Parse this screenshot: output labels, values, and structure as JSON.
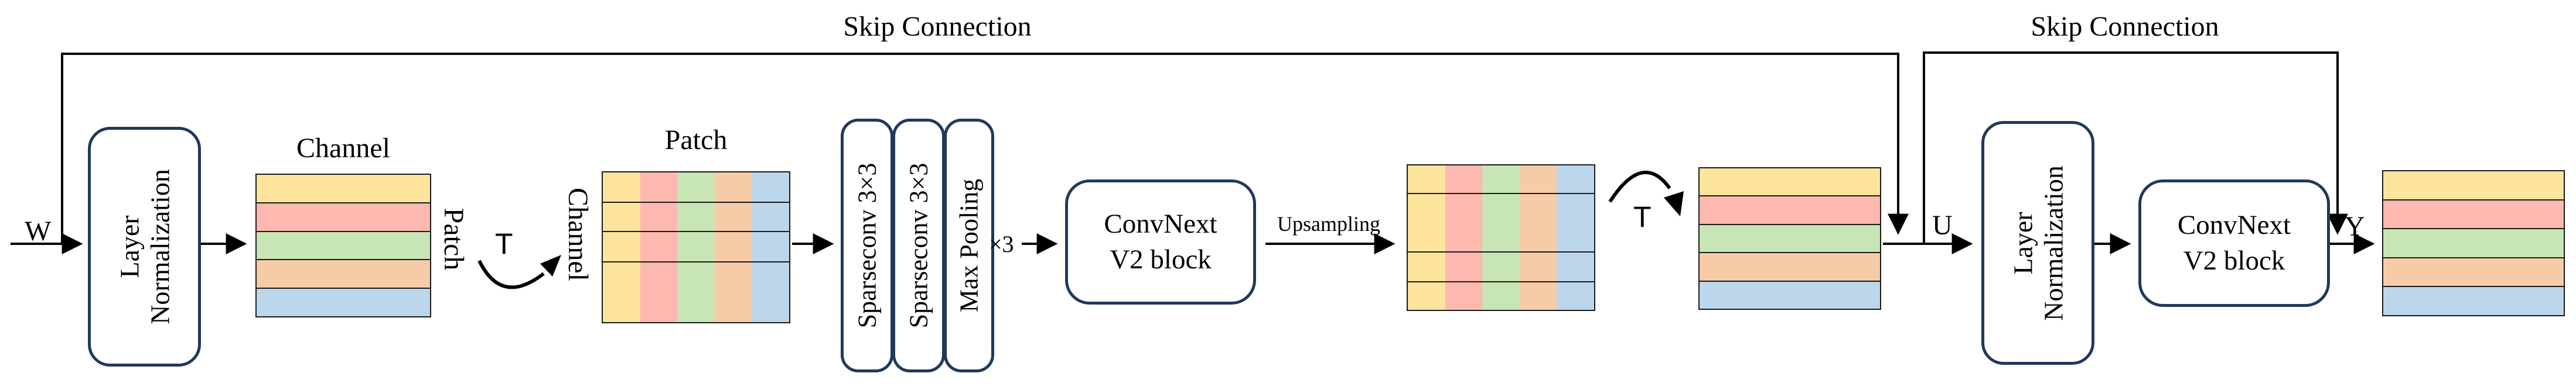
{
  "labels": {
    "skip_connection_left": "Skip Connection",
    "skip_connection_right": "Skip Connection",
    "w": "W",
    "u": "U",
    "y": "Y",
    "t_first": "T",
    "t_second": "T",
    "x3": "×3",
    "upsampling": "Upsampling",
    "grid1_top": "Channel",
    "grid1_side": "Patch",
    "grid2_top": "Patch",
    "grid2_side": "Channel"
  },
  "blocks": {
    "layer_norm_1": {
      "lines": [
        "Layer",
        "Normalization"
      ]
    },
    "sparseconv_1": {
      "label": "Sparseconv 3×3"
    },
    "sparseconv_2": {
      "label": "Sparseconv 3×3"
    },
    "max_pooling": {
      "label": "Max Pooling"
    },
    "convnext_1": {
      "lines": [
        "ConvNext",
        "V2 block"
      ]
    },
    "layer_norm_2": {
      "lines": [
        "Layer",
        "Normalization"
      ]
    },
    "convnext_2": {
      "lines": [
        "ConvNext",
        "V2 block"
      ]
    }
  },
  "colors": {
    "stripe_yellow": "#FCE49C",
    "stripe_pink": "#FDB8B0",
    "stripe_green": "#C8E5B5",
    "stripe_orange": "#F6CBA8",
    "stripe_blue": "#BCD6EC",
    "box_border": "#20395C",
    "line_black": "#000000"
  },
  "grids": {
    "input_channel_patch": {
      "type": "rows",
      "colors": [
        "#FCE49C",
        "#FDB8B0",
        "#C8E5B5",
        "#F6CBA8",
        "#BCD6EC"
      ],
      "row_lines": []
    },
    "transposed_patch_grid": {
      "type": "cols",
      "colors": [
        "#FCE49C",
        "#FDB8B0",
        "#C8E5B5",
        "#F6CBA8",
        "#BCD6EC"
      ],
      "row_lines": [
        0.2,
        0.396,
        0.596
      ]
    },
    "upsampled_grid": {
      "type": "cols",
      "colors": [
        "#FCE49C",
        "#FDB8B0",
        "#C8E5B5",
        "#F6CBA8",
        "#BCD6EC"
      ],
      "row_lines": [
        0.195,
        0.598,
        0.805
      ]
    },
    "retransposed_grid": {
      "type": "rows",
      "colors": [
        "#FCE49C",
        "#FDB8B0",
        "#C8E5B5",
        "#F6CBA8",
        "#BCD6EC"
      ],
      "row_lines": []
    },
    "output_grid": {
      "type": "rows",
      "colors": [
        "#FCE49C",
        "#FDB8B0",
        "#C8E5B5",
        "#F6CBA8",
        "#BCD6EC"
      ],
      "row_lines": []
    }
  }
}
